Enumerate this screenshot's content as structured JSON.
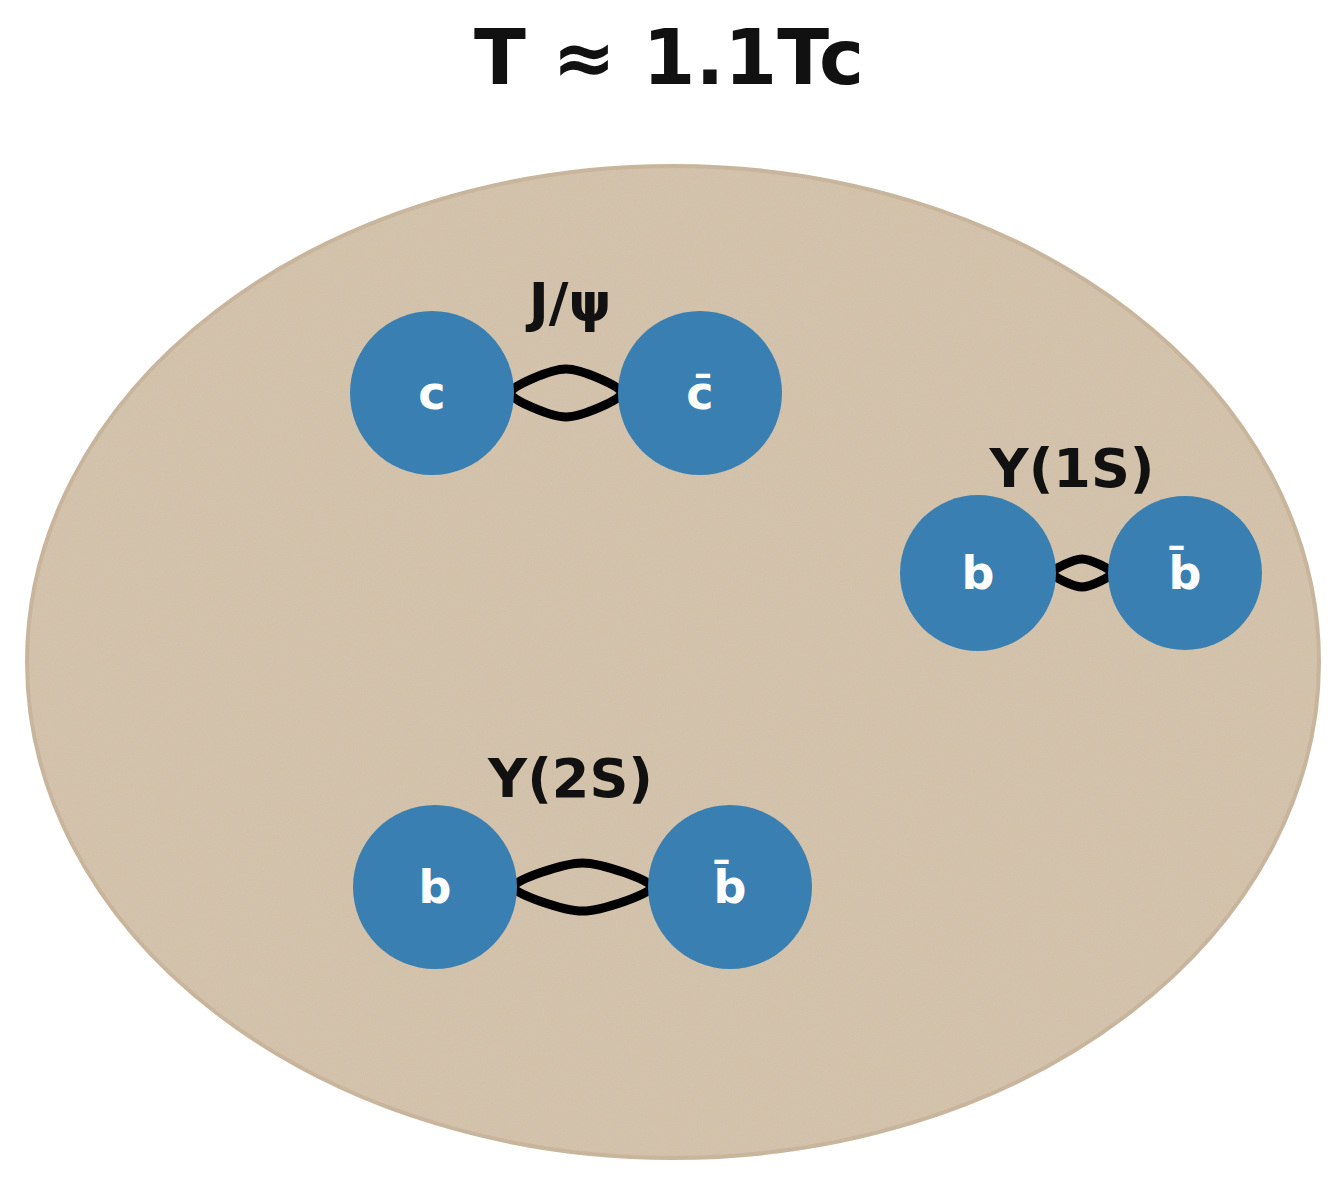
{
  "diagram": {
    "title": "T ≈ 1.1Tc",
    "nodes": [
      {
        "text": [
          "J/ψ"
        ]
      },
      {
        "text": [
          "c"
        ],
        "in": 0
      },
      {
        "text": [
          "c̄"
        ],
        "in": 0
      },
      {
        "text": [
          "Υ(1S)"
        ]
      },
      {
        "text": [
          "b"
        ],
        "in": 3
      },
      {
        "text": [
          "b̄"
        ],
        "in": 3
      },
      {
        "text": [
          "Υ(2S)"
        ]
      },
      {
        "text": [
          "b"
        ],
        "in": 6
      },
      {
        "text": [
          "b̄"
        ],
        "in": 6
      }
    ],
    "edges": [
      {
        "from": 1,
        "to": 2,
        "arrow": "none"
      },
      {
        "from": 4,
        "to": 5,
        "arrow": "none"
      },
      {
        "from": 7,
        "to": 8,
        "arrow": "none"
      }
    ]
  }
}
